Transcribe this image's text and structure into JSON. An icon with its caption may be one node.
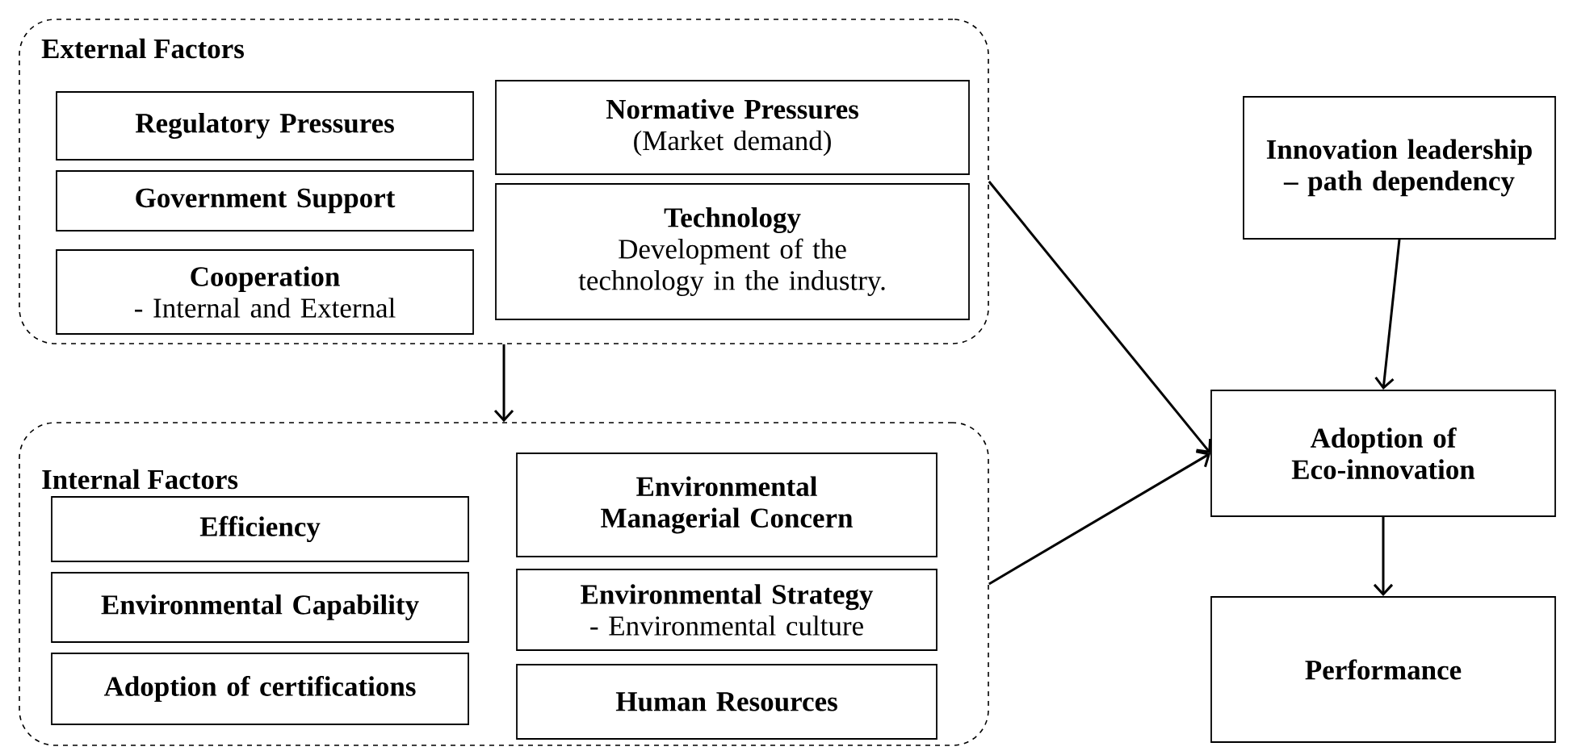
{
  "diagram": {
    "nodes": [
      {
        "text": [
          "External Factors"
        ]
      },
      {
        "text": [
          "Regulatory Pressures"
        ],
        "in": 0
      },
      {
        "text": [
          "Normative Pressures",
          "(Market demand)"
        ],
        "in": 0
      },
      {
        "text": [
          "Government Support"
        ],
        "in": 0
      },
      {
        "text": [
          "Technology",
          "Development of the technology in the industry."
        ],
        "in": 0
      },
      {
        "text": [
          "Cooperation",
          "- Internal and External"
        ],
        "in": 0
      },
      {
        "text": [
          "Internal Factors"
        ]
      },
      {
        "text": [
          "Efficiency"
        ],
        "in": 6
      },
      {
        "text": [
          "Environmental Managerial Concern"
        ],
        "in": 6
      },
      {
        "text": [
          "Environmental Capability"
        ],
        "in": 6
      },
      {
        "text": [
          "Environmental Strategy",
          "- Environmental culture"
        ],
        "in": 6
      },
      {
        "text": [
          "Adoption of certifications"
        ],
        "in": 6
      },
      {
        "text": [
          "Human Resources"
        ],
        "in": 6
      },
      {
        "text": [
          "Innovation leadership – path dependency"
        ]
      },
      {
        "text": [
          "Adoption of Eco-innovation"
        ]
      },
      {
        "text": [
          "Performance"
        ]
      }
    ],
    "edges": [
      {
        "from": 0,
        "to": 6,
        "arrow": "to"
      },
      {
        "from": 0,
        "to": 14,
        "arrow": "to"
      },
      {
        "from": 6,
        "to": 14,
        "arrow": "to"
      },
      {
        "from": 13,
        "to": 14,
        "arrow": "to"
      },
      {
        "from": 14,
        "to": 15,
        "arrow": "to"
      }
    ]
  }
}
